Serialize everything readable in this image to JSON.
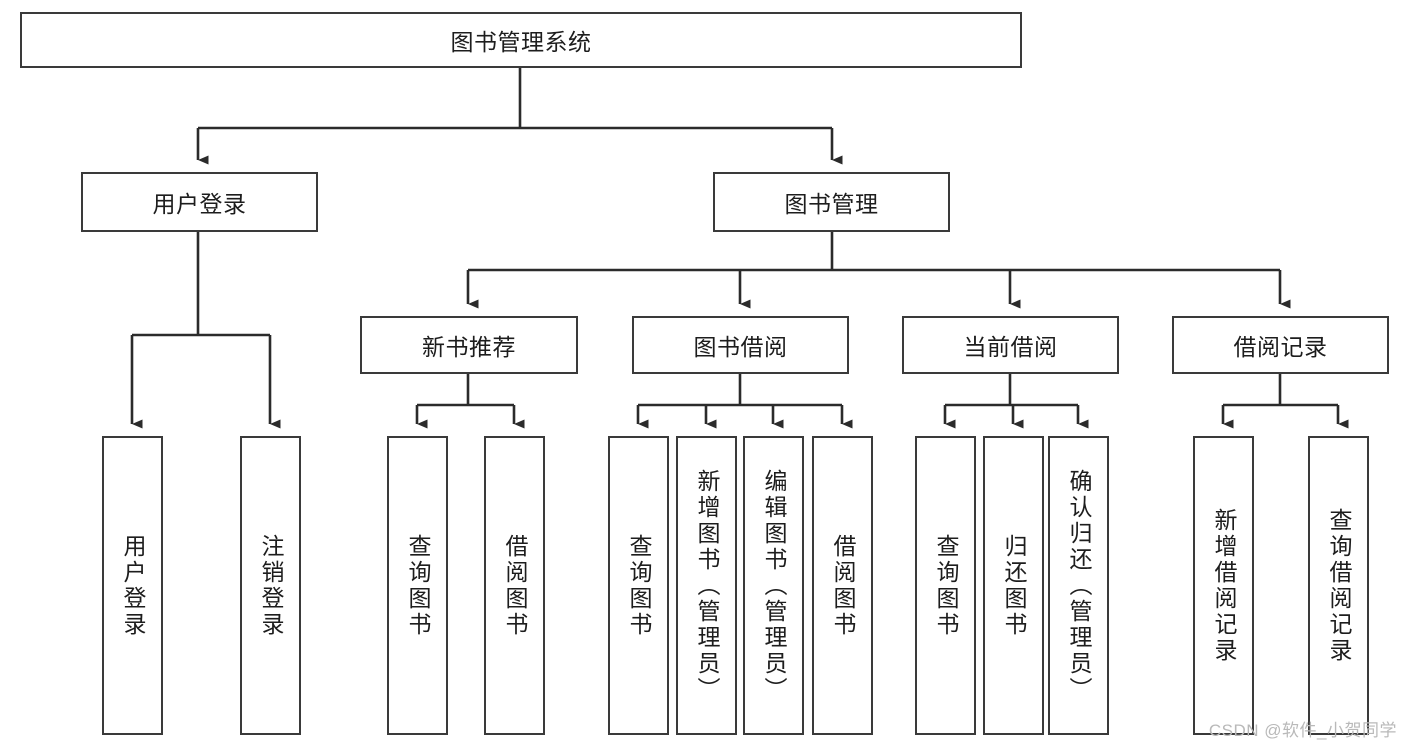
{
  "diagram": {
    "type": "tree-hierarchy",
    "title": "图书管理系统",
    "root": {
      "label": "图书管理系统"
    },
    "level1": [
      {
        "label": "用户登录"
      },
      {
        "label": "图书管理"
      }
    ],
    "level2": [
      {
        "label": "新书推荐"
      },
      {
        "label": "图书借阅"
      },
      {
        "label": "当前借阅"
      },
      {
        "label": "借阅记录"
      }
    ],
    "leaves": {
      "user_login": [
        {
          "label": "用户登录"
        },
        {
          "label": "注销登录"
        }
      ],
      "new_book_recommend": [
        {
          "label": "查询图书"
        },
        {
          "label": "借阅图书"
        }
      ],
      "book_borrow": [
        {
          "label": "查询图书"
        },
        {
          "label": "新增图书（管理员）"
        },
        {
          "label": "编辑图书（管理员）"
        },
        {
          "label": "借阅图书"
        }
      ],
      "current_borrow": [
        {
          "label": "查询图书"
        },
        {
          "label": "归还图书"
        },
        {
          "label": "确认归还（管理员）"
        }
      ],
      "borrow_record": [
        {
          "label": "新增借阅记录"
        },
        {
          "label": "查询借阅记录"
        }
      ]
    },
    "colors": {
      "border": "#3a3a3a",
      "background": "#ffffff",
      "text": "#1d1d1d",
      "watermark": "#b9b9b9"
    }
  },
  "watermark": {
    "text": "CSDN @软件_小贺同学"
  }
}
